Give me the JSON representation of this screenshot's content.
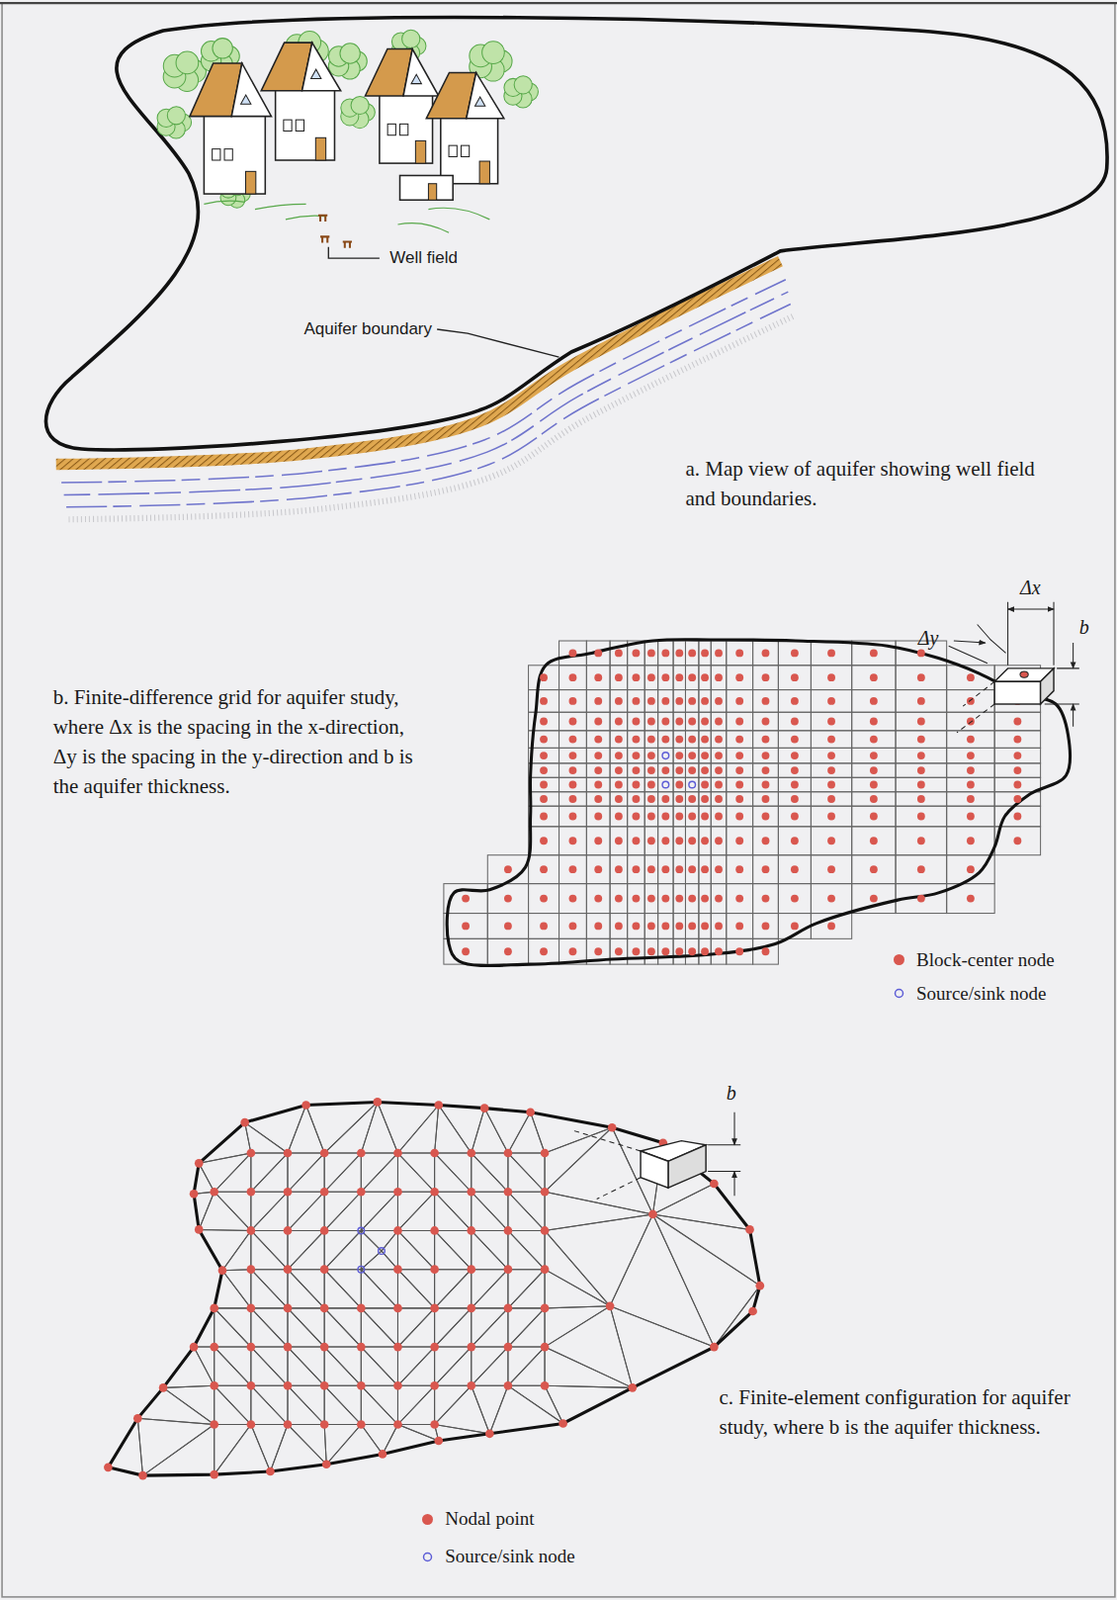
{
  "diagram": {
    "labels": [
      "Well field",
      "Aquifer boundary",
      "a. Map view of aquifer showing well field and boundaries.",
      "Δx",
      "Δy",
      "b",
      "b. Finite-difference grid for aquifer study, where Δx is the spacing in the x-direction, Δy is the spacing in the y-direction and b is the aquifer thickness.",
      "b",
      "c. Finite-element configuration for aquifer study, where b is the aquifer thickness."
    ],
    "legend": [
      {
        "text": "Block-center node",
        "color": "#d9574f"
      },
      {
        "text": "Source/sink node"
      },
      {
        "text": "Nodal point",
        "color": "#d9574f"
      },
      {
        "text": "Source/sink node"
      }
    ]
  }
}
